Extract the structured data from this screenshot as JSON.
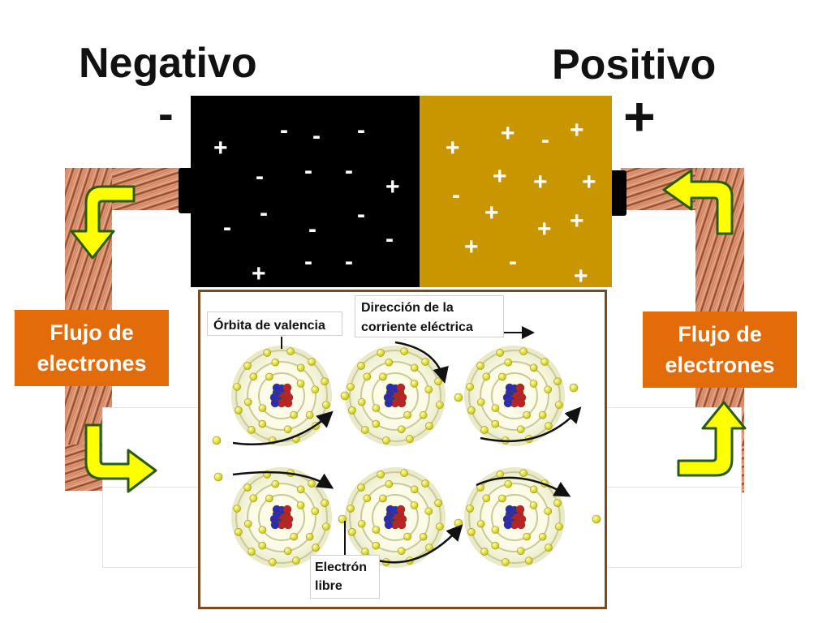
{
  "labels": {
    "negative_title": "Negativo",
    "positive_title": "Positivo",
    "negative_sign": "-",
    "positive_sign": "+"
  },
  "flow_boxes": {
    "left": "Flujo de electrones",
    "right": "Flujo de electrones"
  },
  "battery": {
    "negative_color": "#000000",
    "positive_color": "#c99600",
    "negative_side_signs": [
      "-",
      "-",
      "+",
      "-",
      "-",
      "-",
      "-",
      "+",
      "-",
      "-",
      "-",
      "-",
      "+",
      "-",
      "-",
      "-"
    ],
    "positive_side_signs": [
      "+",
      "+",
      "-",
      "+",
      "+",
      "+",
      "+",
      "-",
      "+",
      "+",
      "+",
      "+",
      "-",
      "+"
    ]
  },
  "atom_panel": {
    "valence_label": "Órbita de valencia",
    "direction_label_line1": "Dirección de la",
    "direction_label_line2": "corriente eléctrica",
    "free_electron_line1": "Electrón",
    "free_electron_line2": "libre"
  },
  "colors": {
    "flow_box": "#e36c0a",
    "arrow_fill": "#ffff00",
    "arrow_stroke": "#2a5a10",
    "wire": "#c8744e",
    "electron": "#e6e600",
    "proton": "#c0202a",
    "neutron": "#2b2bb8"
  }
}
